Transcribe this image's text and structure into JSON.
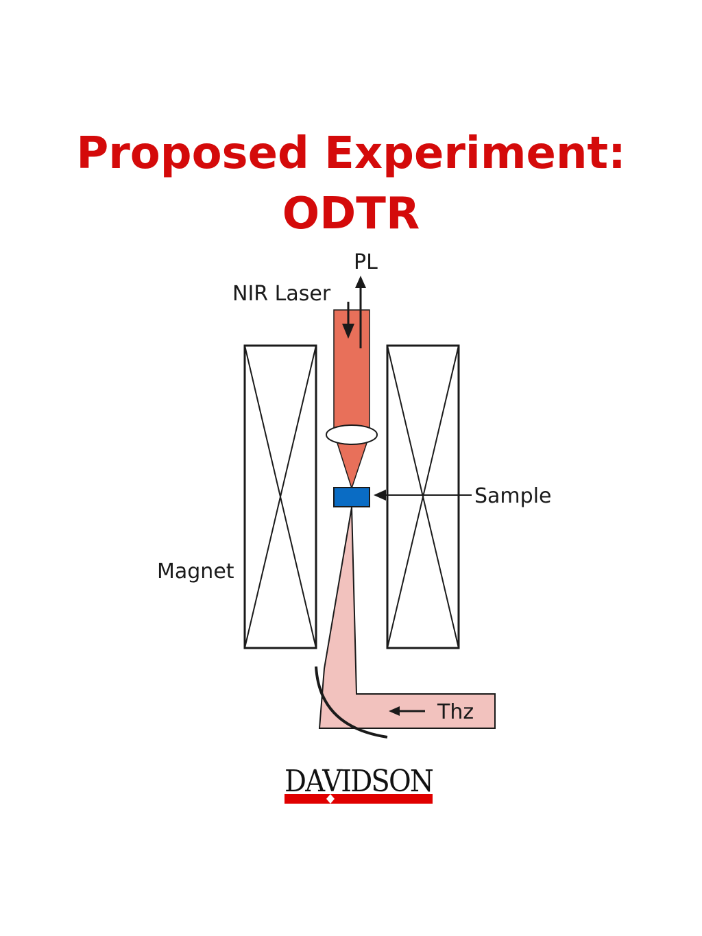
{
  "title": {
    "line1": "Proposed Experiment:",
    "line2": "ODTR"
  },
  "diagram": {
    "labels": {
      "pl": "PL",
      "nir_laser": "NIR Laser",
      "sample": "Sample",
      "magnet": "Magnet",
      "thz": "Thz"
    },
    "colors": {
      "title": "#d40a0a",
      "laser_beam": "#e8705a",
      "thz_beam": "#f2c2be",
      "sample": "#0a6cc4",
      "logo_bar": "#e00000",
      "stroke": "#1a1a1a"
    }
  },
  "logo": {
    "text": "DAVIDSON"
  }
}
